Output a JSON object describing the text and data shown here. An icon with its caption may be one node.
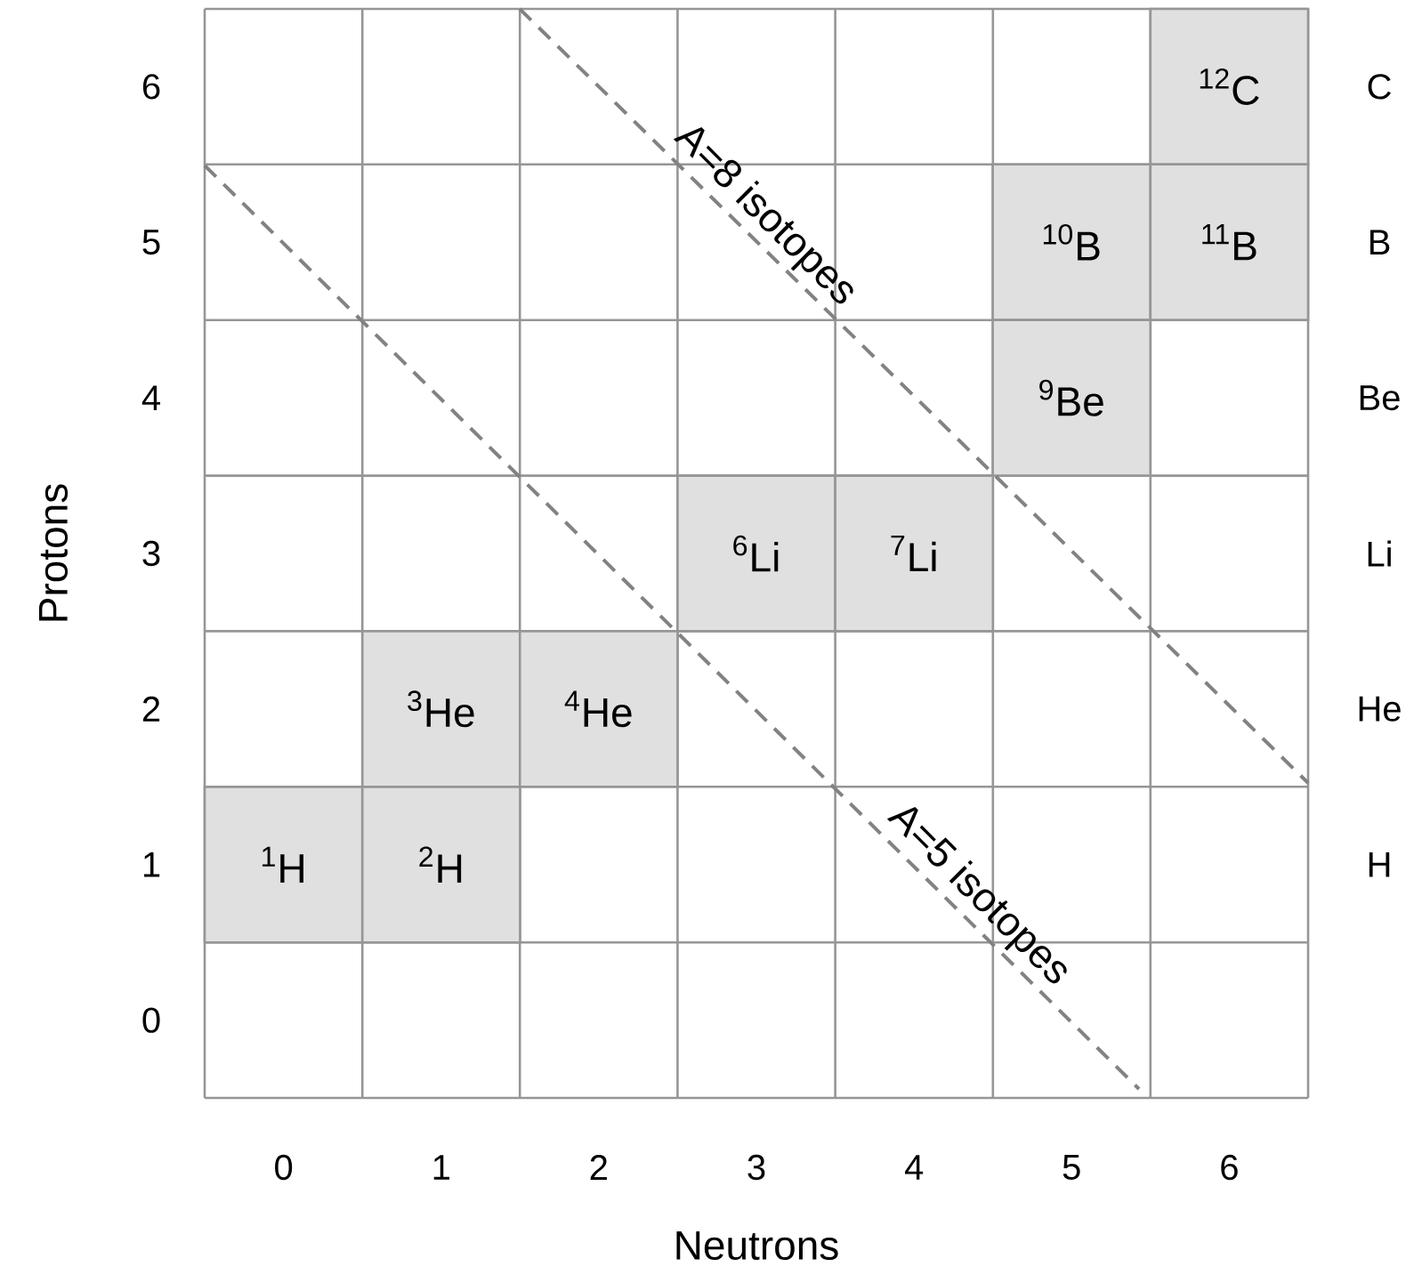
{
  "diagram": {
    "nodes": [
      {
        "text": [
          "$^{12}$C"
        ]
      },
      {
        "text": [
          "$^{10}$B"
        ]
      },
      {
        "text": [
          "$^{11}$B"
        ]
      },
      {
        "text": [
          "$^{9}$Be"
        ]
      },
      {
        "text": [
          "$^{6}$Li"
        ]
      },
      {
        "text": [
          "$^{7}$Li"
        ]
      },
      {
        "text": [
          "$^{3}$He"
        ]
      },
      {
        "text": [
          "$^{4}$He"
        ]
      },
      {
        "text": [
          "$^{1}$H"
        ]
      },
      {
        "text": [
          "$^{2}$H"
        ]
      }
    ],
    "labels": [
      "A=8 isotopes",
      "A=5 isotopes",
      "Protons",
      "Neutrons",
      "6",
      "5",
      "4",
      "3",
      "2",
      "1",
      "0",
      "C",
      "B",
      "Be",
      "Li",
      "He",
      "H",
      "0",
      "1",
      "2",
      "3",
      "4",
      "5",
      "6"
    ]
  }
}
